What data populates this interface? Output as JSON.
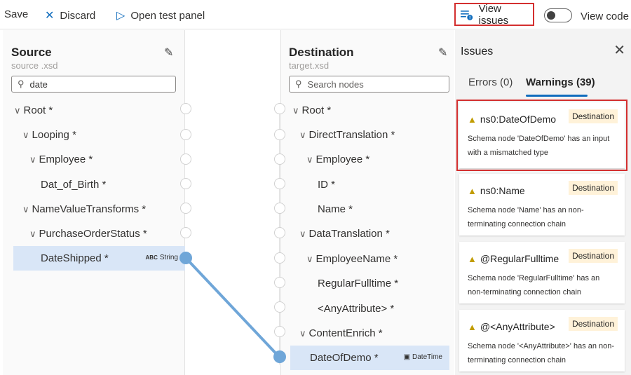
{
  "toolbar": {
    "save": "Save",
    "discard": "Discard",
    "open_test_panel": "Open test panel",
    "view_issues": "View issues",
    "view_code": "View code"
  },
  "source": {
    "title": "Source",
    "file": "source .xsd",
    "search_value": "date",
    "nodes": [
      "Root *",
      "Looping *",
      "Employee *",
      "Dat_of_Birth *",
      "NameValueTransforms *",
      "PurchaseOrderStatus *",
      "DateShipped *"
    ],
    "selected_type": "String",
    "selected_type_icon": "ABC"
  },
  "destination": {
    "title": "Destination",
    "file": "target.xsd",
    "search_placeholder": "Search nodes",
    "nodes": [
      "Root *",
      "DirectTranslation *",
      "Employee *",
      "ID *",
      "Name *",
      "DataTranslation *",
      "EmployeeName *",
      "RegularFulltime *",
      "<AnyAttribute> *",
      "ContentEnrich *",
      "DateOfDemo *"
    ],
    "selected_type": "DateTime"
  },
  "issues": {
    "title": "Issues",
    "tabs": [
      "Errors (0)",
      "Warnings (39)"
    ],
    "cards": [
      {
        "title": "ns0:DateOfDemo",
        "badge": "Destination",
        "desc": "Schema node 'DateOfDemo' has an input with a mismatched type"
      },
      {
        "title": "ns0:Name",
        "badge": "Destination",
        "desc": "Schema node 'Name' has an non-terminating connection chain"
      },
      {
        "title": "@RegularFulltime",
        "badge": "Destination",
        "desc": "Schema node 'RegularFulltime' has an non-terminating connection chain"
      },
      {
        "title": "@<AnyAttribute>",
        "badge": "Destination",
        "desc": "Schema node '<AnyAttribute>' has an non-terminating connection chain"
      }
    ]
  },
  "colors": {
    "accent": "#0f6cbd",
    "highlight": "#d32f2f",
    "connection": "#6fa6d8",
    "warning": "#c19c00"
  }
}
